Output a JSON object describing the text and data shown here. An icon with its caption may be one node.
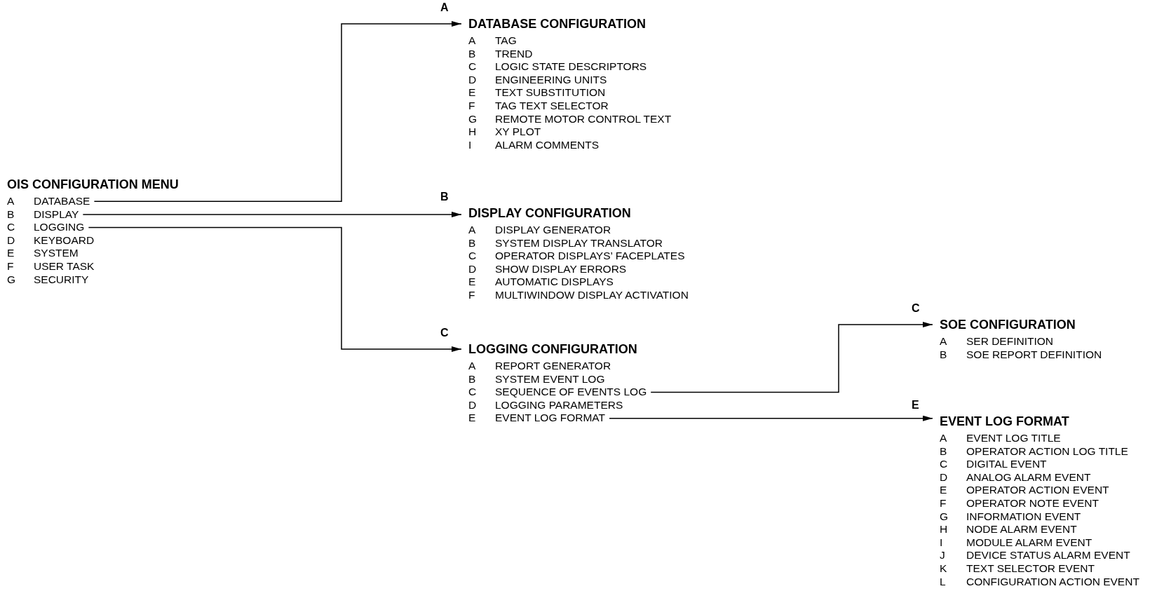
{
  "diagram": {
    "nodes": [
      {
        "text": [
          "OIS CONFIGURATION MENU"
        ]
      },
      {
        "text": [
          "A",
          "DATABASE"
        ],
        "in": 0
      },
      {
        "text": [
          "B",
          "DISPLAY"
        ],
        "in": 0
      },
      {
        "text": [
          "C",
          "LOGGING"
        ],
        "in": 0
      },
      {
        "text": [
          "D",
          "KEYBOARD"
        ],
        "in": 0
      },
      {
        "text": [
          "E",
          "SYSTEM"
        ],
        "in": 0
      },
      {
        "text": [
          "F",
          "USER TASK"
        ],
        "in": 0
      },
      {
        "text": [
          "G",
          "SECURITY"
        ],
        "in": 0
      },
      {
        "text": [
          "DATABASE CONFIGURATION"
        ],
        "beside": [
          "A"
        ]
      },
      {
        "text": [
          "A",
          "TAG"
        ],
        "in": 8
      },
      {
        "text": [
          "B",
          "TREND"
        ],
        "in": 8
      },
      {
        "text": [
          "C",
          "LOGIC STATE DESCRIPTORS"
        ],
        "in": 8
      },
      {
        "text": [
          "D",
          "ENGINEERING UNITS"
        ],
        "in": 8
      },
      {
        "text": [
          "E",
          "TEXT SUBSTITUTION"
        ],
        "in": 8
      },
      {
        "text": [
          "F",
          "TAG TEXT SELECTOR"
        ],
        "in": 8
      },
      {
        "text": [
          "G",
          "REMOTE MOTOR CONTROL TEXT"
        ],
        "in": 8
      },
      {
        "text": [
          "H",
          "XY PLOT"
        ],
        "in": 8
      },
      {
        "text": [
          "I",
          "ALARM COMMENTS"
        ],
        "in": 8
      },
      {
        "text": [
          "DISPLAY CONFIGURATION"
        ],
        "beside": [
          "B"
        ]
      },
      {
        "text": [
          "A",
          "DISPLAY GENERATOR"
        ],
        "in": 18
      },
      {
        "text": [
          "B",
          "SYSTEM DISPLAY TRANSLATOR"
        ],
        "in": 18
      },
      {
        "text": [
          "C",
          "OPERATOR DISPLAYS’ FACEPLATES"
        ],
        "in": 18
      },
      {
        "text": [
          "D",
          "SHOW DISPLAY ERRORS"
        ],
        "in": 18
      },
      {
        "text": [
          "E",
          "AUTOMATIC DISPLAYS"
        ],
        "in": 18
      },
      {
        "text": [
          "F",
          "MULTIWINDOW DISPLAY ACTIVATION"
        ],
        "in": 18
      },
      {
        "text": [
          "LOGGING CONFIGURATION"
        ],
        "beside": [
          "C"
        ]
      },
      {
        "text": [
          "A",
          "REPORT GENERATOR"
        ],
        "in": 25
      },
      {
        "text": [
          "B",
          "SYSTEM EVENT LOG"
        ],
        "in": 25
      },
      {
        "text": [
          "C",
          "SEQUENCE OF EVENTS LOG"
        ],
        "in": 25
      },
      {
        "text": [
          "D",
          "LOGGING PARAMETERS"
        ],
        "in": 25
      },
      {
        "text": [
          "E",
          "EVENT LOG FORMAT"
        ],
        "in": 25
      },
      {
        "text": [
          "SOE CONFIGURATION"
        ],
        "beside": [
          "C"
        ]
      },
      {
        "text": [
          "A",
          "SER DEFINITION"
        ],
        "in": 31
      },
      {
        "text": [
          "B",
          "SOE REPORT DEFINITION"
        ],
        "in": 31
      },
      {
        "text": [
          "EVENT LOG FORMAT"
        ],
        "beside": [
          "E"
        ]
      },
      {
        "text": [
          "A",
          "EVENT LOG TITLE"
        ],
        "in": 34
      },
      {
        "text": [
          "B",
          "OPERATOR ACTION LOG TITLE"
        ],
        "in": 34
      },
      {
        "text": [
          "C",
          "DIGITAL EVENT"
        ],
        "in": 34
      },
      {
        "text": [
          "D",
          "ANALOG ALARM EVENT"
        ],
        "in": 34
      },
      {
        "text": [
          "E",
          "OPERATOR ACTION EVENT"
        ],
        "in": 34
      },
      {
        "text": [
          "F",
          "OPERATOR NOTE EVENT"
        ],
        "in": 34
      },
      {
        "text": [
          "G",
          "INFORMATION EVENT"
        ],
        "in": 34
      },
      {
        "text": [
          "H",
          "NODE ALARM EVENT"
        ],
        "in": 34
      },
      {
        "text": [
          "I",
          "MODULE ALARM EVENT"
        ],
        "in": 34
      },
      {
        "text": [
          "J",
          "DEVICE STATUS ALARM EVENT"
        ],
        "in": 34
      },
      {
        "text": [
          "K",
          "TEXT SELECTOR EVENT"
        ],
        "in": 34
      },
      {
        "text": [
          "L",
          "CONFIGURATION ACTION EVENT"
        ],
        "in": 34
      }
    ],
    "edges": [
      {
        "from": 1,
        "to": 8,
        "arrow": "to"
      },
      {
        "from": 2,
        "to": 18,
        "arrow": "to"
      },
      {
        "from": 3,
        "to": 25,
        "arrow": "to"
      },
      {
        "from": 28,
        "to": 31,
        "arrow": "to"
      },
      {
        "from": 30,
        "to": 34,
        "arrow": "to"
      }
    ]
  }
}
